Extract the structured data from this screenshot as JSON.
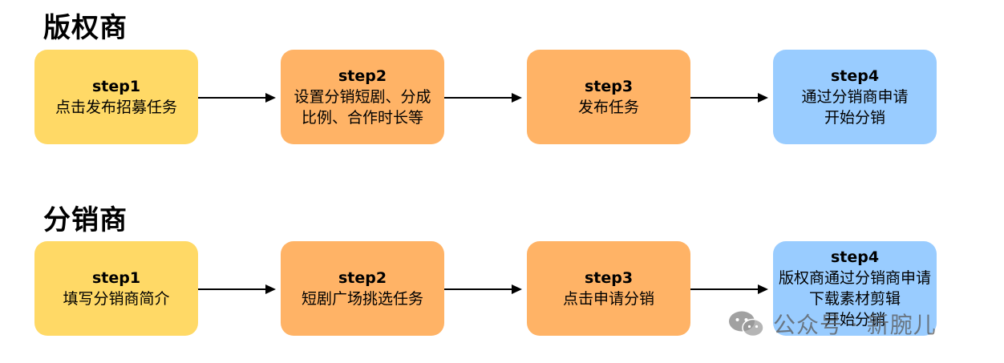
{
  "lanes": [
    {
      "title": "版权商",
      "steps": [
        {
          "step": "step1",
          "lines": [
            "点击发布招募任务"
          ]
        },
        {
          "step": "step2",
          "lines": [
            "设置分销短剧、分成",
            "比例、合作时长等"
          ]
        },
        {
          "step": "step3",
          "lines": [
            "发布任务"
          ]
        },
        {
          "step": "step4",
          "lines": [
            "通过分销商申请",
            "开始分销"
          ]
        }
      ]
    },
    {
      "title": "分销商",
      "steps": [
        {
          "step": "step1",
          "lines": [
            "填写分销商简介"
          ]
        },
        {
          "step": "step2",
          "lines": [
            "短剧广场挑选任务"
          ]
        },
        {
          "step": "step3",
          "lines": [
            "点击申请分销"
          ]
        },
        {
          "step": "step4",
          "lines": [
            "版权商通过分销商申请",
            "下载素材剪辑",
            "开始分销"
          ]
        }
      ]
    }
  ],
  "watermark": {
    "text": "公众号 · 新腕儿",
    "icon": "wechat-icon"
  },
  "colors": {
    "yellow": "#FFD966",
    "orange": "#FFB366",
    "blue": "#99CCFF"
  }
}
